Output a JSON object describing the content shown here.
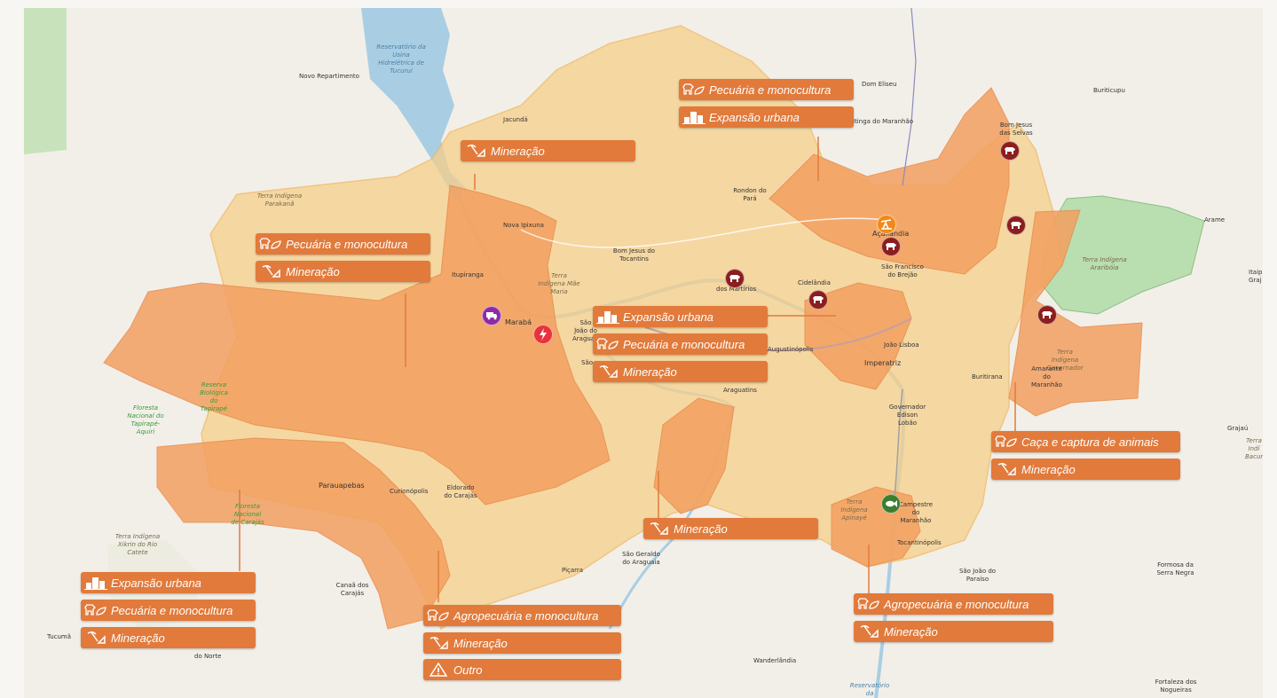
{
  "colors": {
    "tag": "#e17a3b",
    "region_light": "#f7cf8a",
    "region_dark": "#f3a060",
    "pin_cow": "#8b1e1e",
    "pin_truck": "#8e2aa6",
    "pin_power": "#e8323a",
    "pin_oil": "#f08a1a",
    "pin_fish": "#3d7d2e",
    "indigenous": "#b9deb0"
  },
  "place_labels": {
    "novo_repartimento": "Novo Repartimento",
    "reservatorio_tucurui": "Reservatório da Usina Hidrelétrica de Tucuruí",
    "jacunda": "Jacundá",
    "bom_jesus_tocantins": "Bom Jesus do Tocantins",
    "nova_ipixuna": "Nova Ipixuna",
    "itupiranga": "Itupiranga",
    "maraba": "Marabá",
    "sao_joao_araguaia": "São João do Araguaia",
    "sao_domingos": "São",
    "terra_parakana": "Terra Indígena Parakanã",
    "terra_mae_maria": "Terra Indígena Mãe Maria",
    "rondon_para": "Rondon do Pará",
    "bom_eliseu": "Dom Eliseu",
    "itinga_maranhao": "Itinga do Maranhão",
    "bom_jesus_selvas": "Bom Jesus das Selvas",
    "buriticupu": "Buriticupu",
    "acailandia": "Açailândia",
    "sao_francisco_brejao": "São Francisco do Brejão",
    "arame": "Arame",
    "terra_arariboia": "Terra Indígena Araribóia",
    "itaipava": "Itaipava Grajaú",
    "cidelandia": "Cidelândia",
    "sao_pedro_aguas": "dos Martírios",
    "augustinopolis": "Augustinópolis",
    "araguatins": "Araguatins",
    "joao_lisboa": "João Lisboa",
    "imperatriz": "Imperatriz",
    "governador_edison": "Governador Edison Lobão",
    "buritirana": "Buritirana",
    "amarante": "Amarante do Maranhão",
    "terra_governador": "Terra Indígena Governador",
    "grajau": "Grajaú",
    "terra_bacuri": "Terra Indí Bacuri",
    "reserva_tapirape": "Reserva Biológica do Tapirapé",
    "floresta_tapirape": "Floresta Nacional do Tapirapé-Aquiri",
    "parauapebas": "Parauapebas",
    "curionopolis": "Curionópolis",
    "eldorado": "Eldorado do Carajás",
    "floresta_carajas": "Floresta Nacional de Carajás",
    "terra_xikrin": "Terra Indígena Xikrin do Rio Catete",
    "canaa": "Canaã dos Carajás",
    "tucuma": "Tucumã",
    "ourilandia": "do Norte",
    "picarra": "Piçarra",
    "sao_geraldo": "São Geraldo do Araguaia",
    "terra_apinaye": "Terra Indígena Apinayé",
    "campestre": "Campestre do Maranhão",
    "tocantinopolis": "Tocantinópolis",
    "sao_joao_paraiso": "São João do Paraíso",
    "formosa": "Formosa da Serra Negra",
    "wanderlandia": "Wanderlândia",
    "fortaleza": "Fortaleza dos Nogueiras",
    "reservatorio_estreito": "Reservatório da Hidrelétrica"
  },
  "tags": {
    "pecuaria": "Pecuária e monocultura",
    "expansao": "Expansão urbana",
    "mineracao": "Mineração",
    "agropecuaria": "Agropecuária e monocultura",
    "caca": "Caça e captura de animais",
    "outro": "Outro"
  }
}
